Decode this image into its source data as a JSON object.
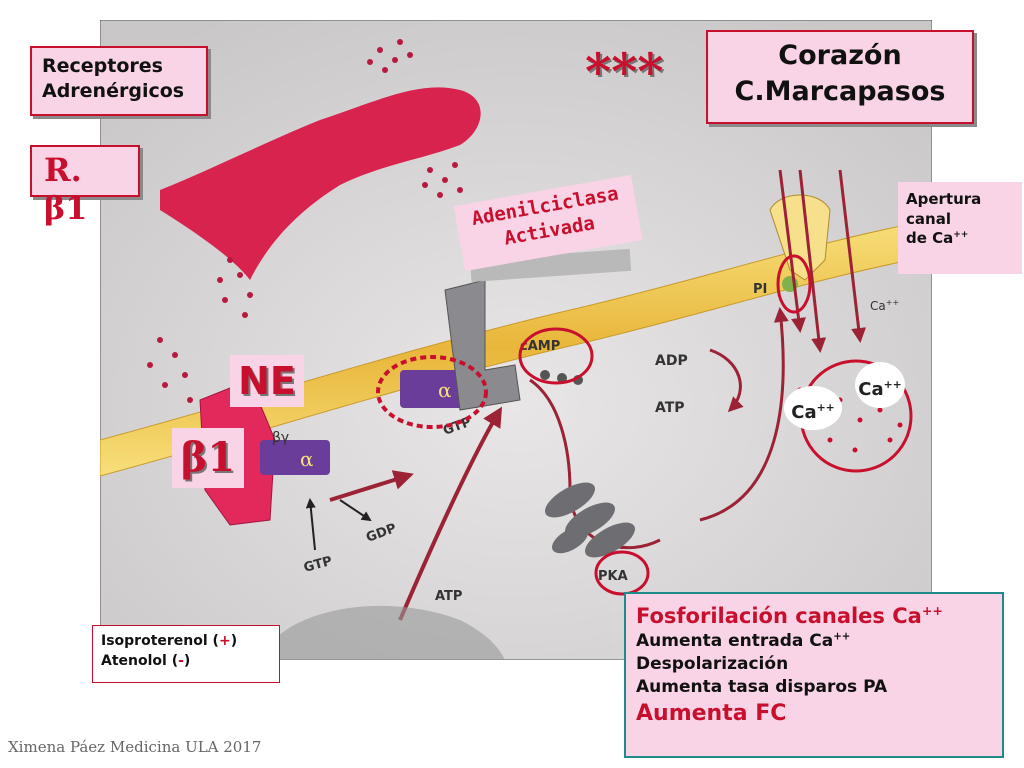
{
  "title_box": {
    "line1": "Receptores",
    "line2": "Adrenérgicos"
  },
  "receptor_label": "R. β1",
  "stars": "***",
  "heart_box": {
    "line1": "Corazón",
    "line2": "C.Marcapasos"
  },
  "adenylyl_box": {
    "line1": "Adenilciclasa",
    "line2": "Activada"
  },
  "channel_box": {
    "line1": "Apertura",
    "line2": "canal",
    "line3_text": "de Ca",
    "line3_sup": "++"
  },
  "ne_label": "NE",
  "beta1_label": "β1",
  "ca_bubble_1": {
    "text": "Ca",
    "sup": "++"
  },
  "ca_bubble_2": {
    "text": "Ca",
    "sup": "++"
  },
  "diagram_labels": {
    "camp": "cAMP",
    "adp": "ADP",
    "atp_right": "ATP",
    "pi": "PI",
    "ca_channel": "Ca",
    "ca_channel_sup": "++",
    "gtp_alpha": "GTP",
    "alpha_1": "α",
    "alpha_2": "α",
    "beta_gamma": "βγ",
    "gdp": "GDP",
    "gtp_bottom": "GTP",
    "atp_bottom": "ATP",
    "pka": "PKA"
  },
  "drug_box": {
    "line1_pre": "Isoproterenol (",
    "line1_sign": "+",
    "line1_post": ")",
    "line2_pre": "Atenolol (",
    "line2_sign": "-",
    "line2_post": ")"
  },
  "effects_box": {
    "heading_text": "Fosforilación canales Ca",
    "heading_sup": "++",
    "line1_text": "Aumenta entrada Ca",
    "line1_sup": "++",
    "line2": "Despolarización",
    "line3": "Aumenta tasa disparos PA",
    "line4": "Aumenta FC"
  },
  "footer": "Ximena Páez Medicina ULA 2017",
  "colors": {
    "accent_red": "#c8102e",
    "pink_box": "#f9d3e6",
    "teal_frame": "#1f8a8a",
    "membrane_yellow": "#f2c94c",
    "receptor_pink": "#e3295c",
    "g_protein_purple": "#6a3d9a"
  }
}
